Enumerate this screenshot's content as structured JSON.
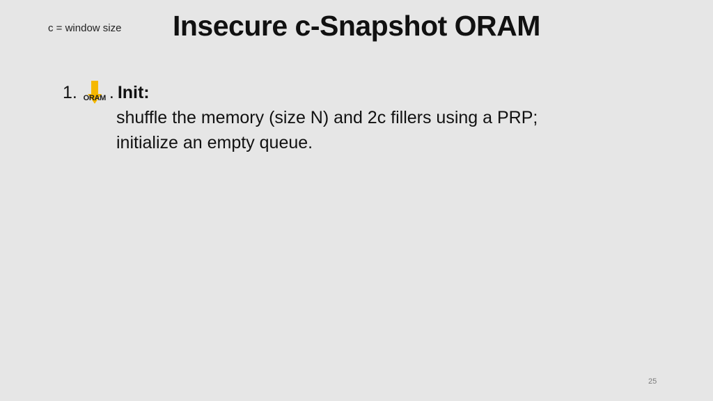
{
  "slide": {
    "note": "c = window size",
    "title": "Insecure c-Snapshot ORAM",
    "step": {
      "number": "1.",
      "badge_label": "ORAM",
      "badge_icon": "down-arrow-icon",
      "badge_color": "#f5b800",
      "separator": ".",
      "title": "Init:",
      "lines": [
        "shuffle the memory (size N) and 2c fillers using a PRP;",
        "initialize an empty queue."
      ]
    },
    "page_number": "25"
  }
}
